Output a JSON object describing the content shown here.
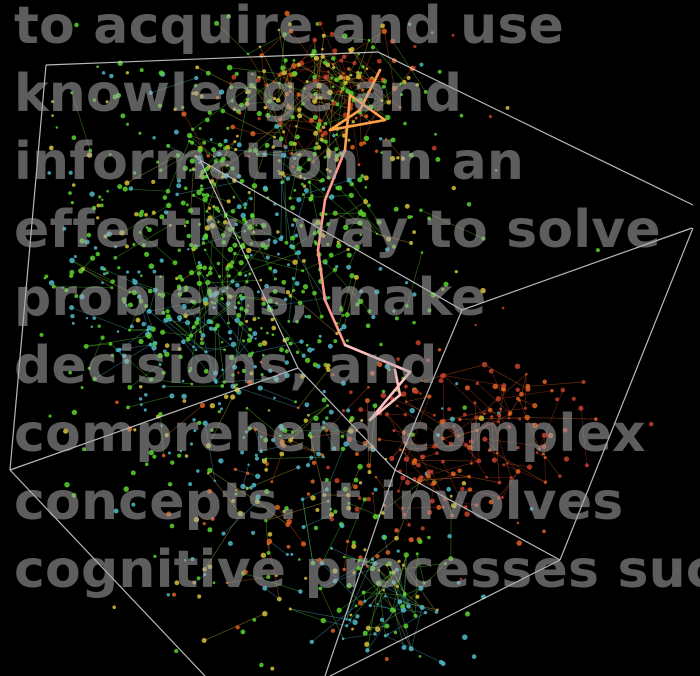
{
  "overlay": {
    "lines": [
      "to acquire and use",
      "knowledge and",
      "information in an",
      "effective way to solve",
      "problems, make",
      "decisions, and",
      "comprehend complex",
      "concepts. It involves",
      "cognitive processes such"
    ]
  },
  "visualization": {
    "background": "#000000",
    "cube_edge_color": "#d8d8d8",
    "cluster_colors": {
      "green": "#5ad22e",
      "cyan": "#4fb8c8",
      "orange": "#e2621f",
      "red": "#c4402c",
      "yellow": "#d6c23a"
    },
    "highlight_path_colors": [
      "#ffa14a",
      "#ff9a8a",
      "#ffc0c0"
    ]
  }
}
